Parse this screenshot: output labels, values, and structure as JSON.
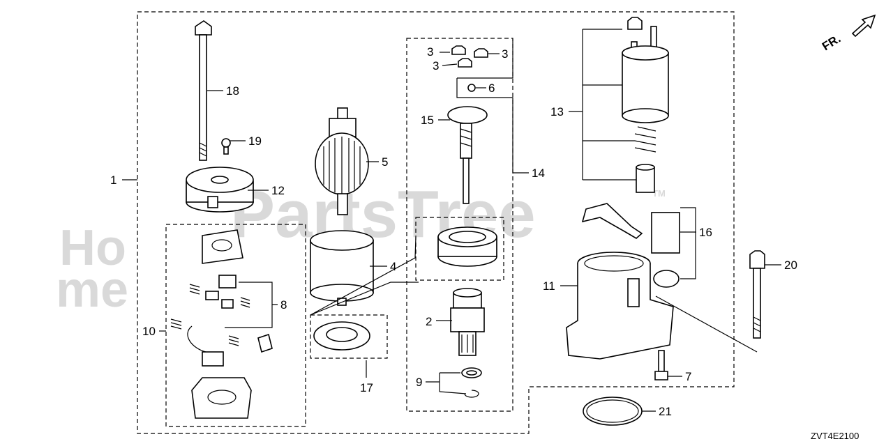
{
  "watermark": {
    "brand": "PartsTree",
    "mark": "TM",
    "left_top": "Ho",
    "left_bottom": "me"
  },
  "front_indicator": "FR.",
  "diagram_code": "ZVT4E2100",
  "callouts": {
    "c1": "1",
    "c2": "2",
    "c3a": "3",
    "c3b": "3",
    "c3c": "3",
    "c4": "4",
    "c5": "5",
    "c6": "6",
    "c7": "7",
    "c8": "8",
    "c9": "9",
    "c10": "10",
    "c11": "11",
    "c12": "12",
    "c13": "13",
    "c14": "14",
    "c15": "15",
    "c16": "16",
    "c17": "17",
    "c18": "18",
    "c19": "19",
    "c20": "20",
    "c21": "21"
  }
}
